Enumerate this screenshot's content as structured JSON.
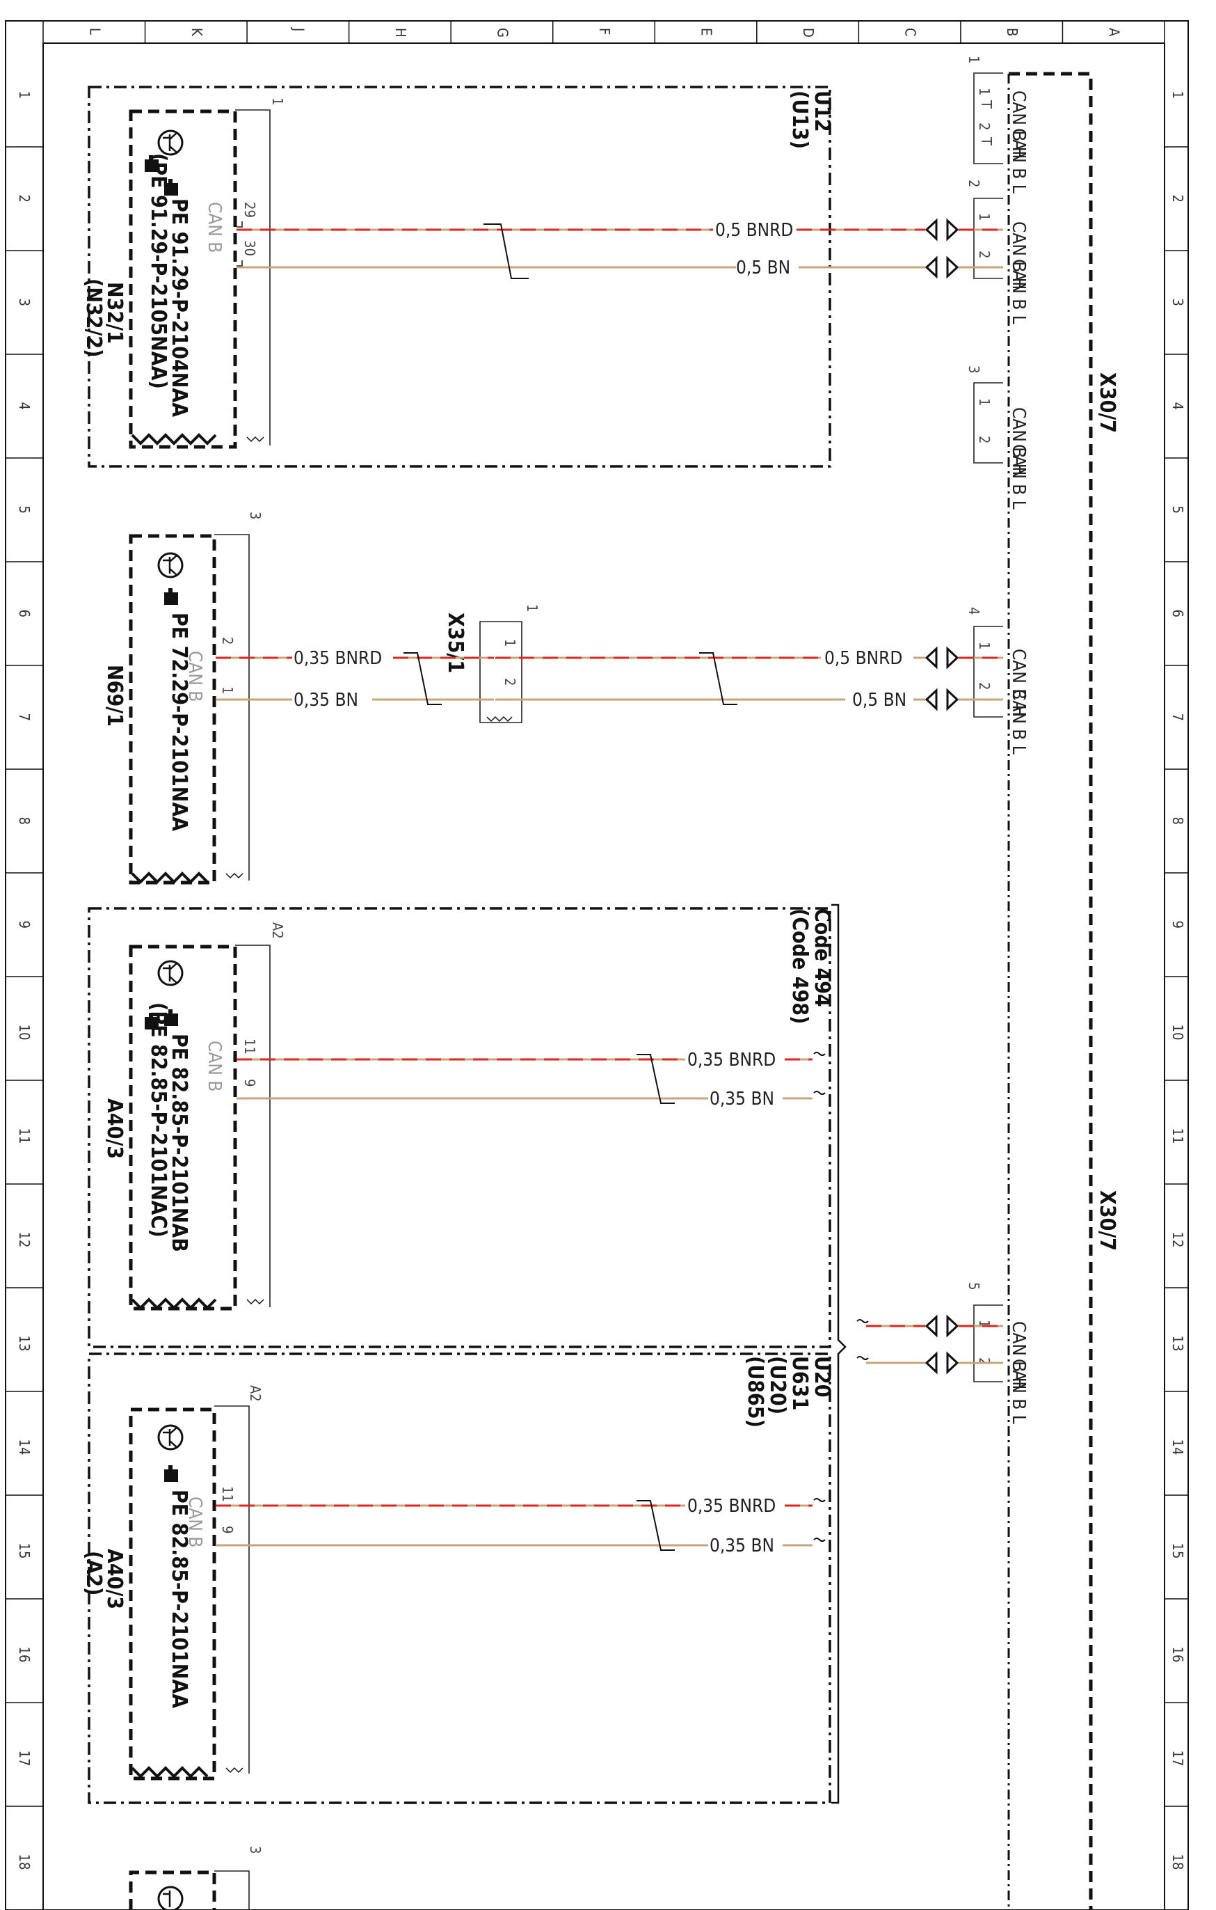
{
  "colors": {
    "wire_brown": "#c8a47a",
    "wire_red": "#e0241b",
    "ink": "#111111",
    "faded": "#9a9a9a"
  },
  "grid": {
    "columns": [
      "L",
      "K",
      "J",
      "H",
      "G",
      "F",
      "E",
      "D",
      "C",
      "B",
      "A"
    ],
    "rows": [
      "1",
      "2",
      "3",
      "4",
      "5",
      "6",
      "7",
      "8",
      "9",
      "10",
      "11",
      "12",
      "13",
      "14",
      "15",
      "16",
      "17",
      "18"
    ]
  },
  "connector_x30_7": {
    "label_upper": "X30/7",
    "label_lower": "X30/7"
  },
  "x30_groups": [
    {
      "num": "1",
      "pins": [
        {
          "n": "1",
          "sig": "CAN B H"
        },
        {
          "n": "2",
          "sig": "CAN B L"
        }
      ]
    },
    {
      "num": "2",
      "pins": [
        {
          "n": "1",
          "sig": "CAN B H"
        },
        {
          "n": "2",
          "sig": "CAN B L"
        }
      ]
    },
    {
      "num": "3",
      "pins": [
        {
          "n": "1",
          "sig": "CAN B H"
        },
        {
          "n": "2",
          "sig": "CAN B L"
        }
      ]
    },
    {
      "num": "4",
      "pins": [
        {
          "n": "1",
          "sig": "CAN B H"
        },
        {
          "n": "2",
          "sig": "CAN B L"
        }
      ]
    },
    {
      "num": "5",
      "pins": [
        {
          "n": "1",
          "sig": "CAN B H"
        },
        {
          "n": "2",
          "sig": "CAN B L"
        }
      ]
    }
  ],
  "modules": [
    {
      "id": "n32",
      "name_line1": "N32/1",
      "name_line2": "(N32/2)",
      "num": "1",
      "bus": "CAN B",
      "pe_line1": "PE 91.29-P-2104NAA",
      "pe_line2": "(PE 91.29-P-2105NAA)",
      "pin_h": "29",
      "pin_l": "30"
    },
    {
      "id": "n69",
      "name_line1": "N69/1",
      "num": "3",
      "bus": "CAN B",
      "pe_line1": "PE 72.29-P-2101NAA",
      "pin_h": "2",
      "pin_l": "1"
    },
    {
      "id": "a40a",
      "name_line1": "A40/3",
      "num": "A2",
      "bus": "CAN B",
      "pe_line1": "PE 82.85-P-2101NAB",
      "pe_line2": "(PE 82.85-P-2101NAC)",
      "pin_h": "11",
      "pin_l": "9"
    },
    {
      "id": "a40b",
      "name_line1": "A40/3",
      "name_line2": "(A2)",
      "num": "A2",
      "bus": "CAN B",
      "pe_line1": "PE 82.85-P-2101NAA",
      "pin_h": "11",
      "pin_l": "9"
    },
    {
      "id": "bottom",
      "num": "3"
    }
  ],
  "variant_codes": {
    "u12": [
      "U12",
      "(U13)"
    ],
    "code": [
      "Code 494",
      "(Code 498)"
    ],
    "u20": [
      "U20",
      "U631",
      "(U20)",
      "(U865)"
    ]
  },
  "x35_1": {
    "label": "X35/1",
    "num": "1",
    "pin_h": "1",
    "pin_l": "2"
  },
  "wires": {
    "n32_h": "0,5 BNRD",
    "n32_l": "0,5 BN",
    "n69_h": "0,35 BNRD",
    "n69_l": "0,35 BN",
    "x35_h": "0,5 BNRD",
    "x35_l": "0,5 BN",
    "a40a_h": "0,35 BNRD",
    "a40a_l": "0,35 BN",
    "a40b_h": "0,35 BNRD",
    "a40b_l": "0,35 BN"
  }
}
